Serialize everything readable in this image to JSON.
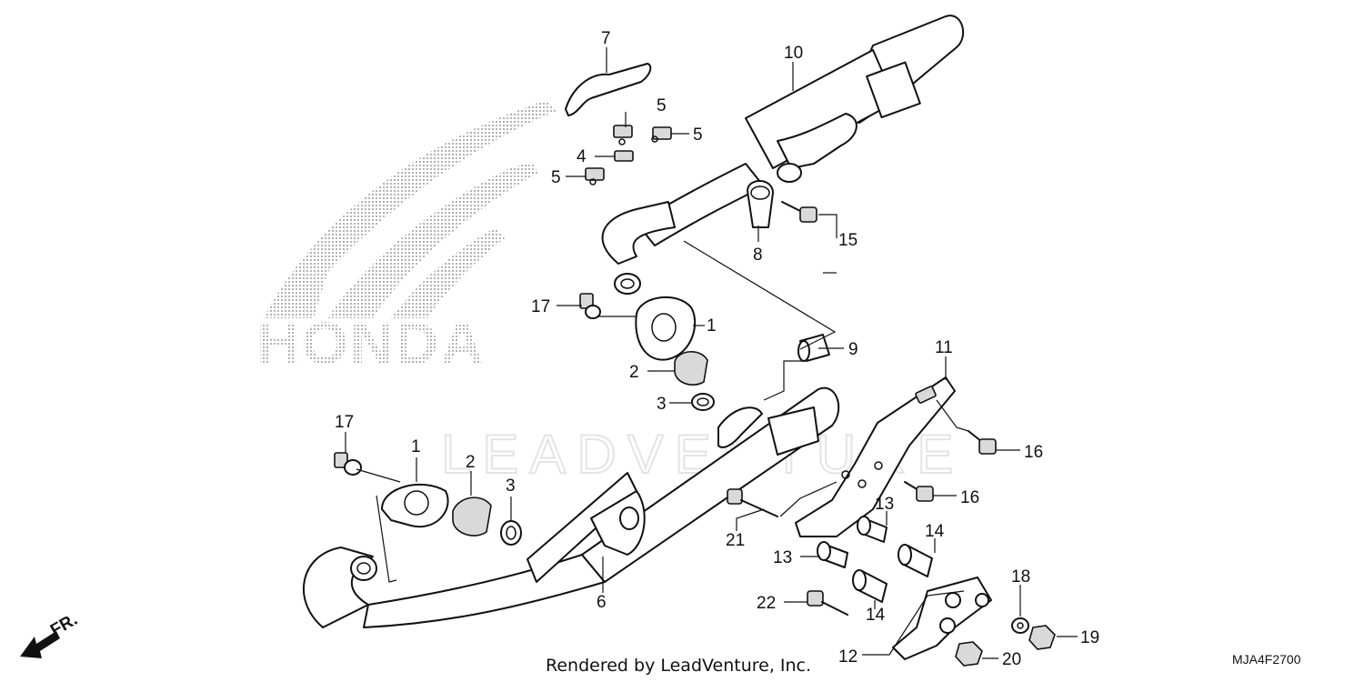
{
  "diagram": {
    "footer_text": "Rendered by LeadVenture, Inc.",
    "diagram_code": "MJA4F2700",
    "direction_label": "FR.",
    "logo_text": "HONDA",
    "watermark_text": "LEADVENTURE",
    "callouts": [
      {
        "id": "c7",
        "label": "7"
      },
      {
        "id": "c10",
        "label": "10"
      },
      {
        "id": "c5a",
        "label": "5"
      },
      {
        "id": "c5b",
        "label": "5"
      },
      {
        "id": "c4",
        "label": "4"
      },
      {
        "id": "c5c",
        "label": "5"
      },
      {
        "id": "c8",
        "label": "8"
      },
      {
        "id": "c15",
        "label": "15"
      },
      {
        "id": "c17a",
        "label": "17"
      },
      {
        "id": "c1a",
        "label": "1"
      },
      {
        "id": "c2a",
        "label": "2"
      },
      {
        "id": "c3a",
        "label": "3"
      },
      {
        "id": "c9",
        "label": "9"
      },
      {
        "id": "c11",
        "label": "11"
      },
      {
        "id": "c17b",
        "label": "17"
      },
      {
        "id": "c1b",
        "label": "1"
      },
      {
        "id": "c2b",
        "label": "2"
      },
      {
        "id": "c3b",
        "label": "3"
      },
      {
        "id": "c16a",
        "label": "16"
      },
      {
        "id": "c16b",
        "label": "16"
      },
      {
        "id": "c13a",
        "label": "13"
      },
      {
        "id": "c21",
        "label": "21"
      },
      {
        "id": "c14a",
        "label": "14"
      },
      {
        "id": "c13b",
        "label": "13"
      },
      {
        "id": "c6",
        "label": "6"
      },
      {
        "id": "c18",
        "label": "18"
      },
      {
        "id": "c22",
        "label": "22"
      },
      {
        "id": "c14b",
        "label": "14"
      },
      {
        "id": "c19",
        "label": "19"
      },
      {
        "id": "c12",
        "label": "12"
      },
      {
        "id": "c20",
        "label": "20"
      }
    ]
  }
}
